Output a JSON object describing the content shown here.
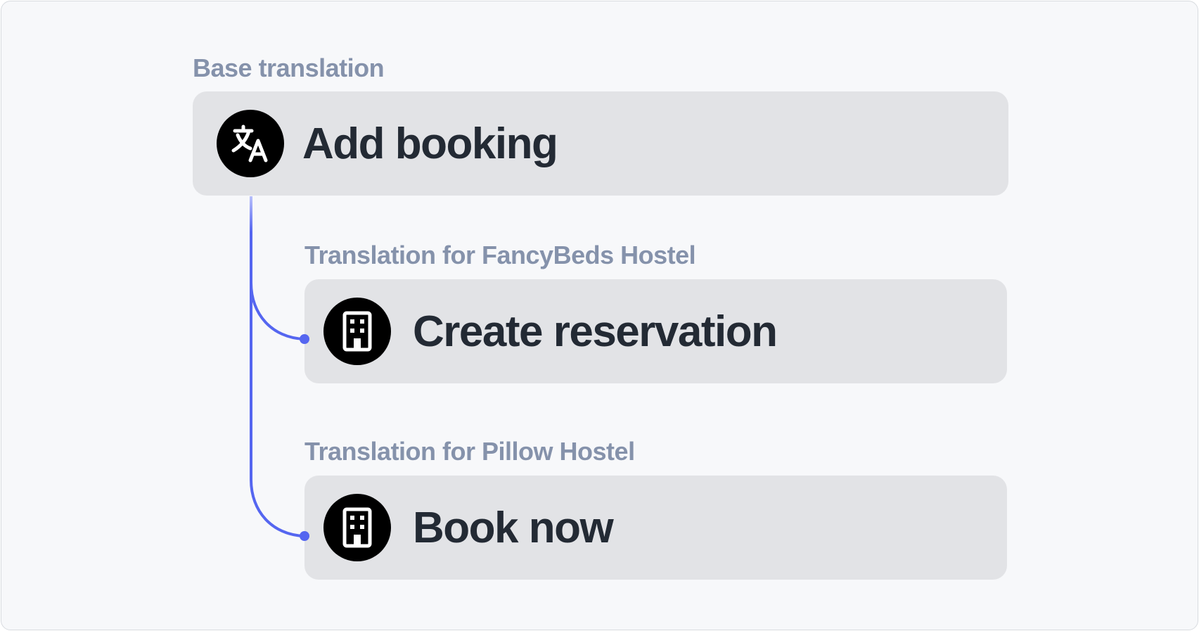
{
  "base": {
    "label": "Base translation",
    "text": "Add booking",
    "icon": "translate-icon"
  },
  "variants": [
    {
      "label": "Translation for FancyBeds Hostel",
      "text": "Create reservation",
      "icon": "building-icon"
    },
    {
      "label": "Translation for Pillow Hostel",
      "text": "Book now",
      "icon": "building-icon"
    }
  ],
  "colors": {
    "connector": "#5566f0",
    "label": "#8592ab",
    "card": "#e2e3e6",
    "text": "#232a34"
  }
}
